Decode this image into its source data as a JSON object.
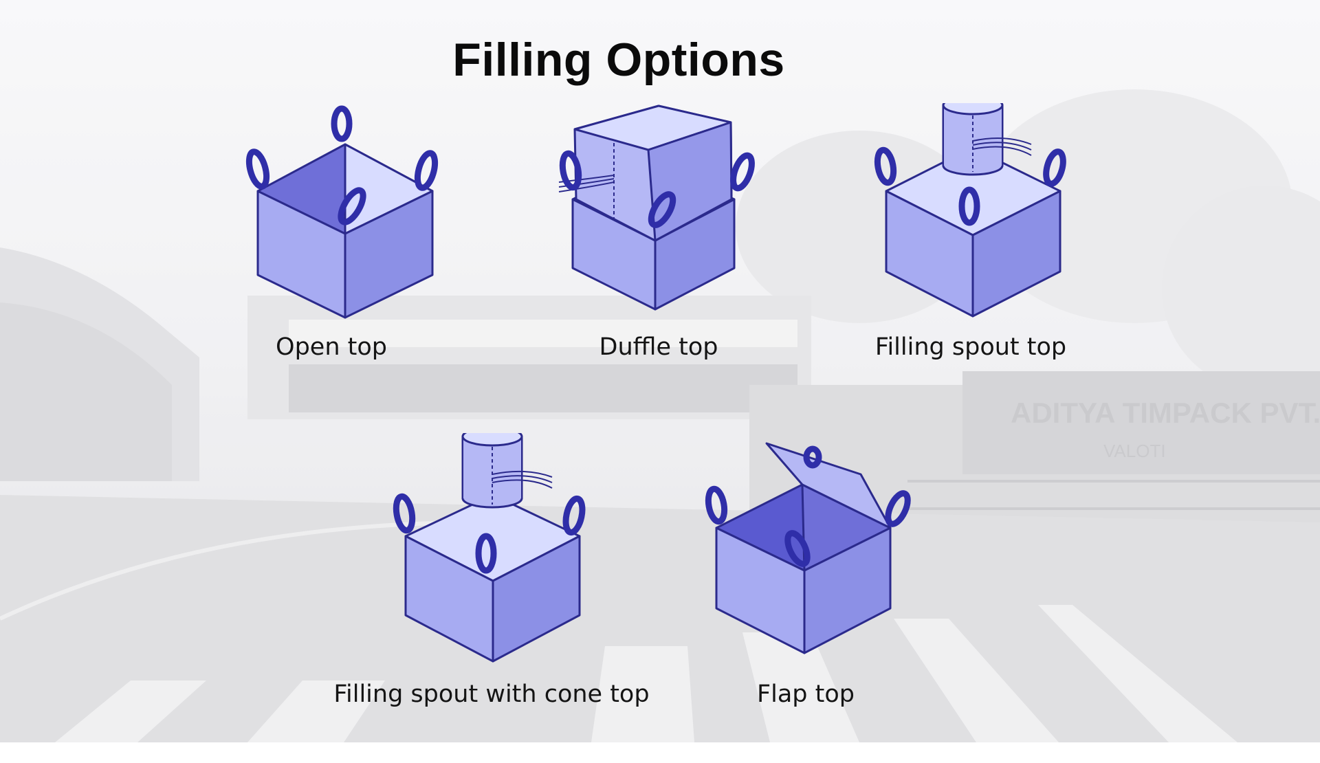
{
  "slide": {
    "title": "Filling Options",
    "options": [
      {
        "label": "Open top",
        "icon": "open-top-bag-icon"
      },
      {
        "label": "Duffle top",
        "icon": "duffle-top-bag-icon"
      },
      {
        "label": "Filling spout top",
        "icon": "filling-spout-top-bag-icon"
      },
      {
        "label": "Filling spout with cone top",
        "icon": "spout-cone-top-bag-icon"
      },
      {
        "label": "Flap top",
        "icon": "flap-top-bag-icon"
      }
    ]
  },
  "background": {
    "signboard_text": "ADITYA TIMPACK PVT. LTD.",
    "signboard_subtext": "VALOTI"
  },
  "colors": {
    "bag_front_left": "#a7abf2",
    "bag_front_right": "#8c90e6",
    "bag_top": "#d8dcff",
    "bag_inside": "#6f6fd8",
    "outline": "#2b2a8c",
    "loop": "#2f2ea8",
    "text": "#0b0b0b"
  }
}
